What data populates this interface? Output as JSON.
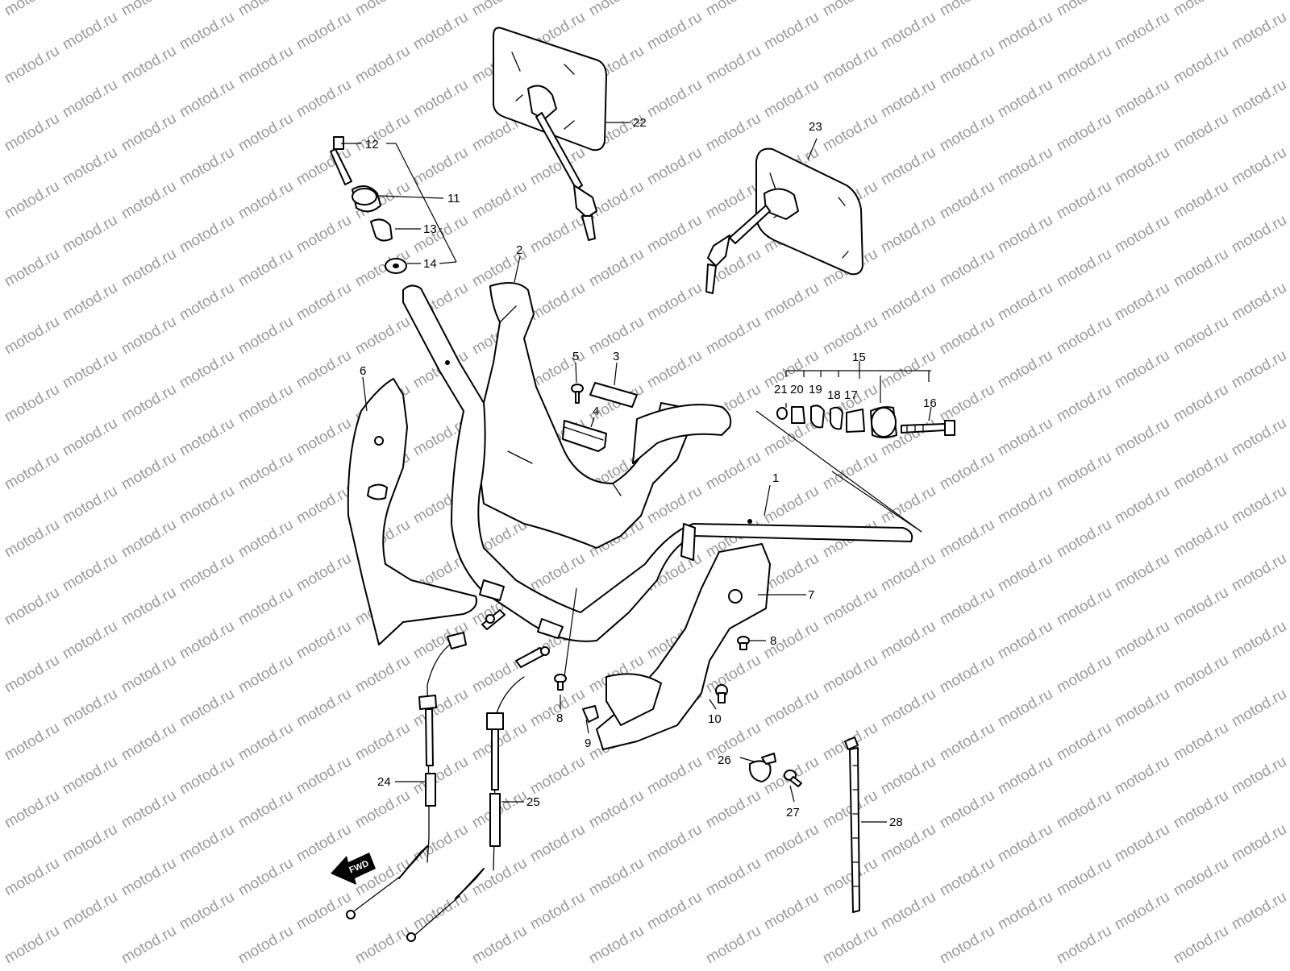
{
  "watermark": "motod.ru",
  "fwd_label": "FWD",
  "callouts": [
    "1",
    "2",
    "3",
    "4",
    "5",
    "6",
    "7",
    "8",
    "8",
    "9",
    "10",
    "11",
    "12",
    "13",
    "14",
    "15",
    "16",
    "17",
    "18",
    "19",
    "20",
    "21",
    "22",
    "23",
    "24",
    "25",
    "26",
    "27",
    "28"
  ],
  "parts": {
    "handlebar": "1",
    "handlebar_cover": "2",
    "cover_sticker": "3",
    "cover_pad": "4",
    "screw_5": "5",
    "left_lower_cover": "6",
    "right_lower_cover": "7",
    "screw_8_a": "8",
    "screw_8_b": "8",
    "nut_9": "9",
    "screw_10": "10",
    "balancer_left_11": "11",
    "bolt_left_12": "12",
    "cushion_left_13": "13",
    "washer_left_14": "14",
    "balancer_set_right_15": "15",
    "bolt_right_16": "16",
    "weight_17": "17",
    "cushion_18": "18",
    "cushion_19": "19",
    "spacer_20": "20",
    "washer_21": "21",
    "mirror_left_22": "22",
    "mirror_right_23": "23",
    "cable_24": "24",
    "cable_25": "25",
    "clamp_26": "26",
    "screw_27": "27",
    "tie_band_28": "28"
  }
}
